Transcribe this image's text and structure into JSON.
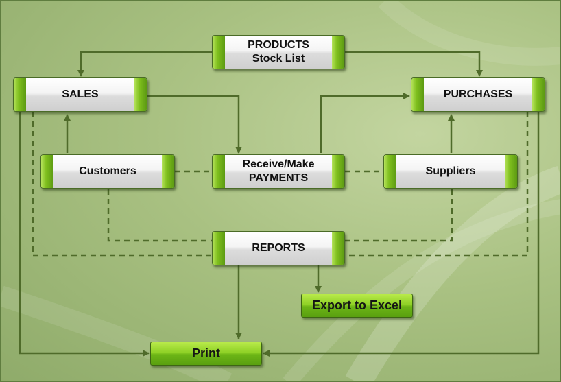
{
  "nodes": {
    "products": [
      "PRODUCTS",
      "Stock List"
    ],
    "sales": "SALES",
    "purchases": "PURCHASES",
    "customers": "Customers",
    "payments": [
      "Receive/Make",
      "PAYMENTS"
    ],
    "suppliers": "Suppliers",
    "reports": "REPORTS"
  },
  "buttons": {
    "export": "Export to Excel",
    "print": "Print"
  },
  "colors": {
    "background": "#a9c182",
    "connector": "#4f6b2a",
    "node_accent": "#7fbf1e",
    "button_green": "#8fd126"
  }
}
